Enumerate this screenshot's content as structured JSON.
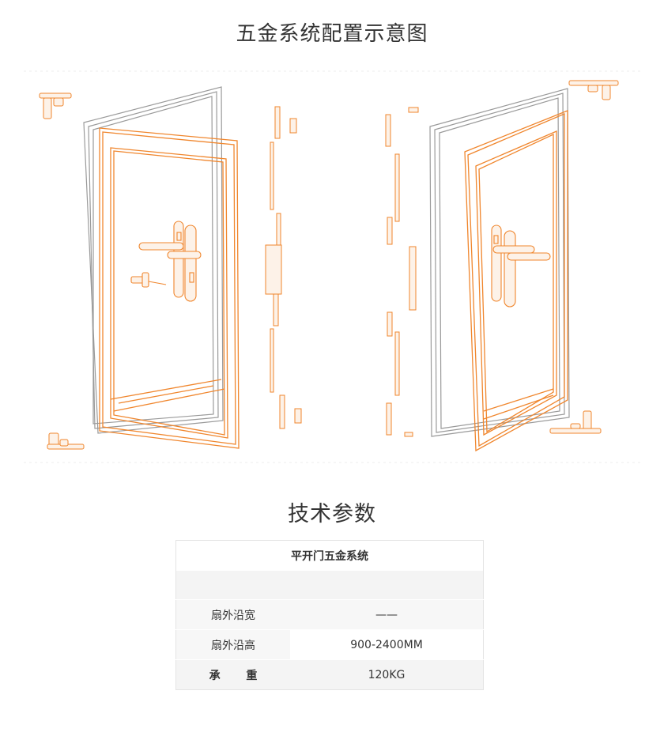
{
  "diagram": {
    "title": "五金系统配置示意图"
  },
  "spec": {
    "title": "技术参数",
    "table_header": "平开门五金系统",
    "rows": [
      {
        "label": "扇外沿宽",
        "value": "——"
      },
      {
        "label": "扇外沿高",
        "value": "900-2400MM"
      },
      {
        "label": "承  重",
        "value": "120KG"
      }
    ]
  },
  "colors": {
    "accent": "#f0862d",
    "frame": "#9a9a9a",
    "text": "#333333"
  }
}
